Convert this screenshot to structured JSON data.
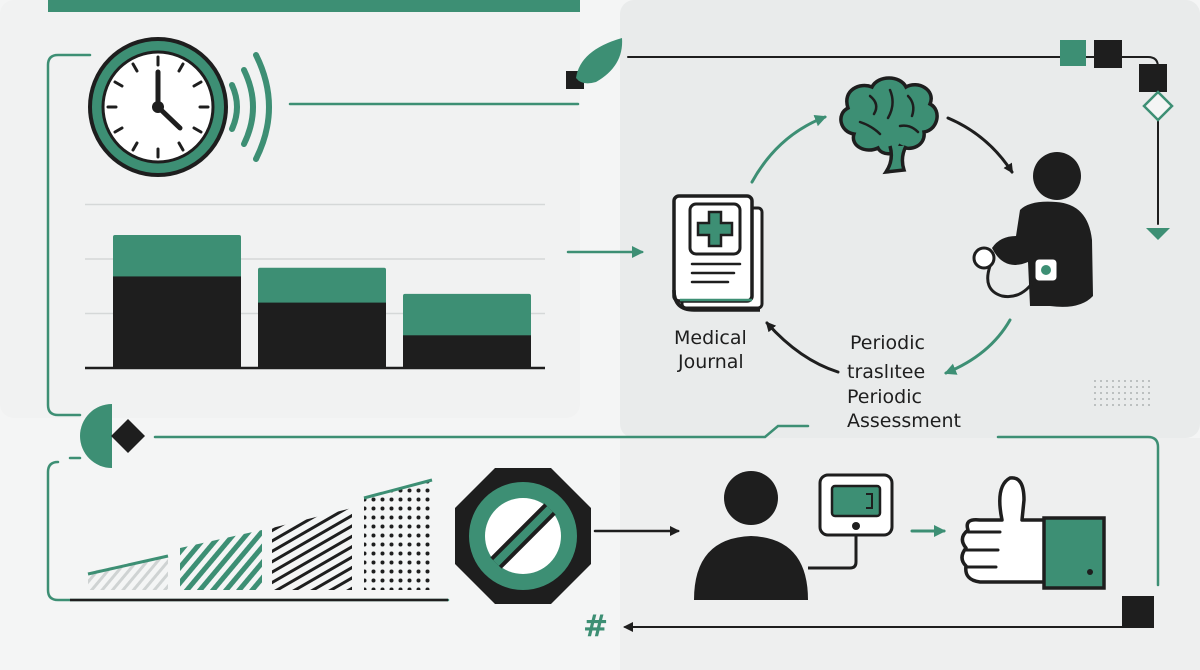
{
  "colors": {
    "accent": "#3d8f74",
    "dark": "#1e1e1e",
    "panel": "#e9ebeb",
    "background": "#f4f5f5"
  },
  "labels": {
    "journal_line1": "Medical",
    "journal_line2": "Journal",
    "assess_line1": "Periodic",
    "assess_line2": "traslıtee",
    "assess_line3": "Periodic",
    "assess_line4": "Assessment",
    "hash": "#"
  },
  "icons": [
    "clock-icon",
    "signal-waves-icon",
    "leaf-icon",
    "medical-journal-icon",
    "brain-icon",
    "person-with-device-icon",
    "prohibition-sign-icon",
    "person-icon",
    "monitor-device-icon",
    "thumbs-up-icon",
    "diamond-icon",
    "square-marker-icon"
  ],
  "chart_data": {
    "type": "bar",
    "categories": [
      "",
      "",
      ""
    ],
    "series": [
      {
        "values": [
          0.61,
          0.46,
          0.34
        ]
      },
      {
        "values": [
          0.42,
          0.3,
          0.15
        ]
      }
    ],
    "grid": true
  }
}
